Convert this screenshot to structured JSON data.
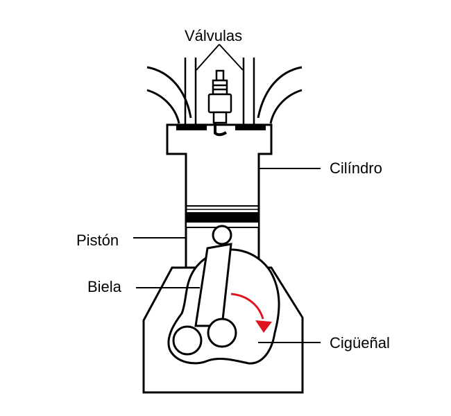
{
  "labels": {
    "valves": "Válvulas",
    "cylinder": "Cilíndro",
    "piston": "Pistón",
    "connecting_rod": "Biela",
    "crankshaft": "Cigüeñal"
  },
  "colors": {
    "line": "#000000",
    "background": "#ffffff",
    "rotation_arrow": "#e0141e"
  }
}
